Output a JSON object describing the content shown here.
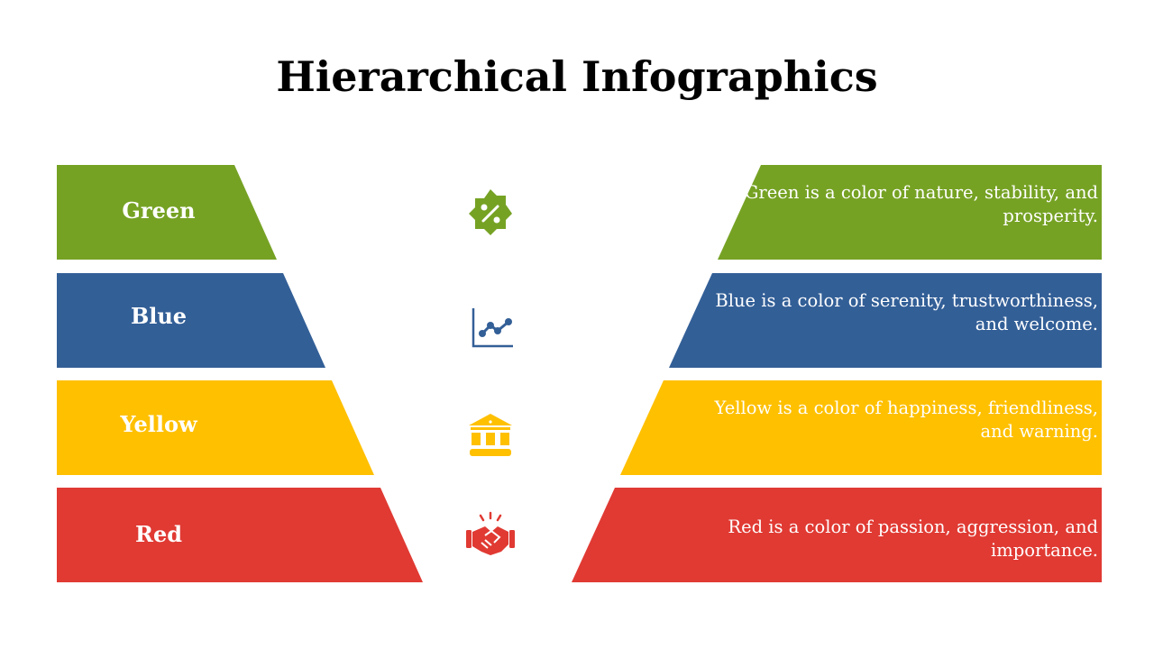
{
  "title": "Hierarchical Infographics",
  "rows": [
    {
      "label": "Green",
      "color": "#76A224",
      "icon": "percent-badge-icon",
      "text": "Green is a color of nature, stability, and prosperity."
    },
    {
      "label": "Blue",
      "color": "#335F97",
      "icon": "line-chart-icon",
      "text": "Blue is a color of serenity, trustworthiness, and welcome."
    },
    {
      "label": "Yellow",
      "color": "#FFC000",
      "icon": "bank-building-icon",
      "text": "Yellow is a color of happiness, friendliness, and warning."
    },
    {
      "label": "Red",
      "color": "#E03A33",
      "icon": "handshake-icon",
      "text": "Red is a color of passion, aggression, and importance."
    }
  ]
}
